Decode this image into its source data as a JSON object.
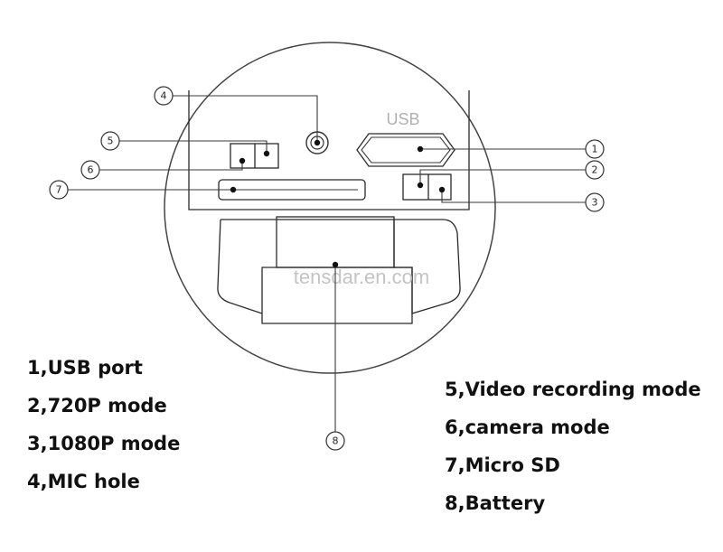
{
  "diagram": {
    "usb_text": "USB",
    "watermark": "tensdar.en.com",
    "callouts": [
      "1",
      "2",
      "3",
      "4",
      "5",
      "6",
      "7",
      "8"
    ]
  },
  "legend": {
    "left": [
      "1,USB port",
      "2,720P mode",
      "3,1080P mode",
      "4,MIC hole"
    ],
    "right": [
      "5,Video recording mode",
      "6,camera mode",
      "7,Micro SD",
      "8,Battery"
    ]
  }
}
